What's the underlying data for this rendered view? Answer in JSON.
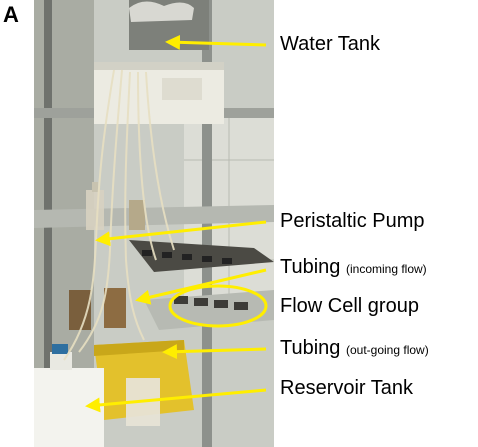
{
  "figure": {
    "panel_letter": "A",
    "labels": {
      "water_tank": "Water Tank",
      "peristaltic_pump": "Peristaltic Pump",
      "tubing_in": "Tubing",
      "tubing_in_note": "(incoming flow)",
      "flow_cell": "Flow Cell group",
      "tubing_out": "Tubing",
      "tubing_out_note": "(out-going flow)",
      "reservoir_tank": "Reservoir Tank"
    },
    "colors": {
      "arrow": "#ffee00",
      "text": "#000000"
    }
  }
}
